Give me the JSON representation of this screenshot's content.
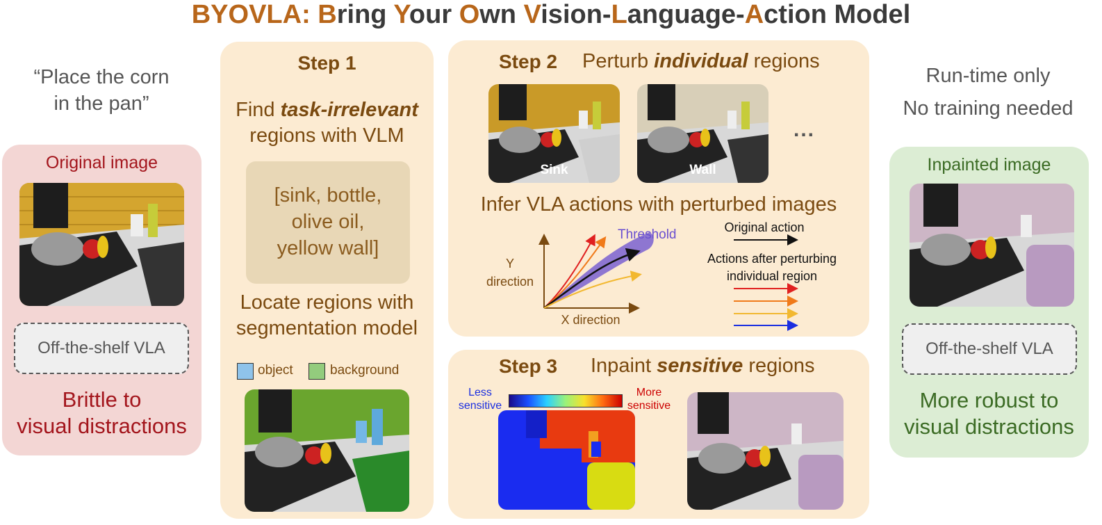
{
  "title": {
    "parts": [
      {
        "text": "BYOVLA: ",
        "hl": true
      },
      {
        "text": "B",
        "hl": true
      },
      {
        "text": "ring ",
        "hl": false
      },
      {
        "text": "Y",
        "hl": true
      },
      {
        "text": "our ",
        "hl": false
      },
      {
        "text": "O",
        "hl": true
      },
      {
        "text": "wn ",
        "hl": false
      },
      {
        "text": "V",
        "hl": true
      },
      {
        "text": "ision-",
        "hl": false
      },
      {
        "text": "L",
        "hl": true
      },
      {
        "text": "anguage-",
        "hl": false
      },
      {
        "text": "A",
        "hl": true
      },
      {
        "text": "ction Model",
        "hl": false
      }
    ]
  },
  "left": {
    "quote_line1": "“Place the corn",
    "quote_line2": "in the pan”",
    "panel_title": "Original image",
    "vla": "Off-the-shelf VLA",
    "result_line1": "Brittle to",
    "result_line2": "visual distractions"
  },
  "step1": {
    "label": "Step 1",
    "find_pre": "Find ",
    "find_em": "task-irrelevant",
    "find_line2": "regions with VLM",
    "list_line1": "[sink, bottle,",
    "list_line2": "olive oil,",
    "list_line3": "yellow wall]",
    "locate_line1": "Locate regions with",
    "locate_line2": "segmentation model",
    "legend_object": "object",
    "legend_background": "background"
  },
  "step2": {
    "label": "Step 2",
    "desc_pre": "Perturb ",
    "desc_em": "individual",
    "desc_post": " regions",
    "img1_label": "Sink",
    "img2_label": "Wall",
    "ellipsis": "...",
    "infer": "Infer VLA actions with perturbed images",
    "threshold": "Threshold",
    "y_axis_line1": "Y",
    "y_axis_line2": "direction",
    "x_axis": "X direction",
    "legend_original": "Original action",
    "legend_after_line1": "Actions after perturbing",
    "legend_after_line2": "individual region"
  },
  "step3": {
    "label": "Step 3",
    "desc_pre": "Inpaint ",
    "desc_em": "sensitive",
    "desc_post": " regions",
    "less_line1": "Less",
    "less_line2": "sensitive",
    "more_line1": "More",
    "more_line2": "sensitive"
  },
  "right": {
    "line1": "Run-time only",
    "line2": "No training needed",
    "panel_title": "Inpainted image",
    "vla": "Off-the-shelf VLA",
    "result_line1": "More robust to",
    "result_line2": "visual distractions"
  },
  "colors": {
    "accent_orange": "#b8661a",
    "brown_text": "#7a4a10",
    "red_text": "#a3151c",
    "green_text": "#3b6b24",
    "threshold": "#6a4fd0"
  }
}
